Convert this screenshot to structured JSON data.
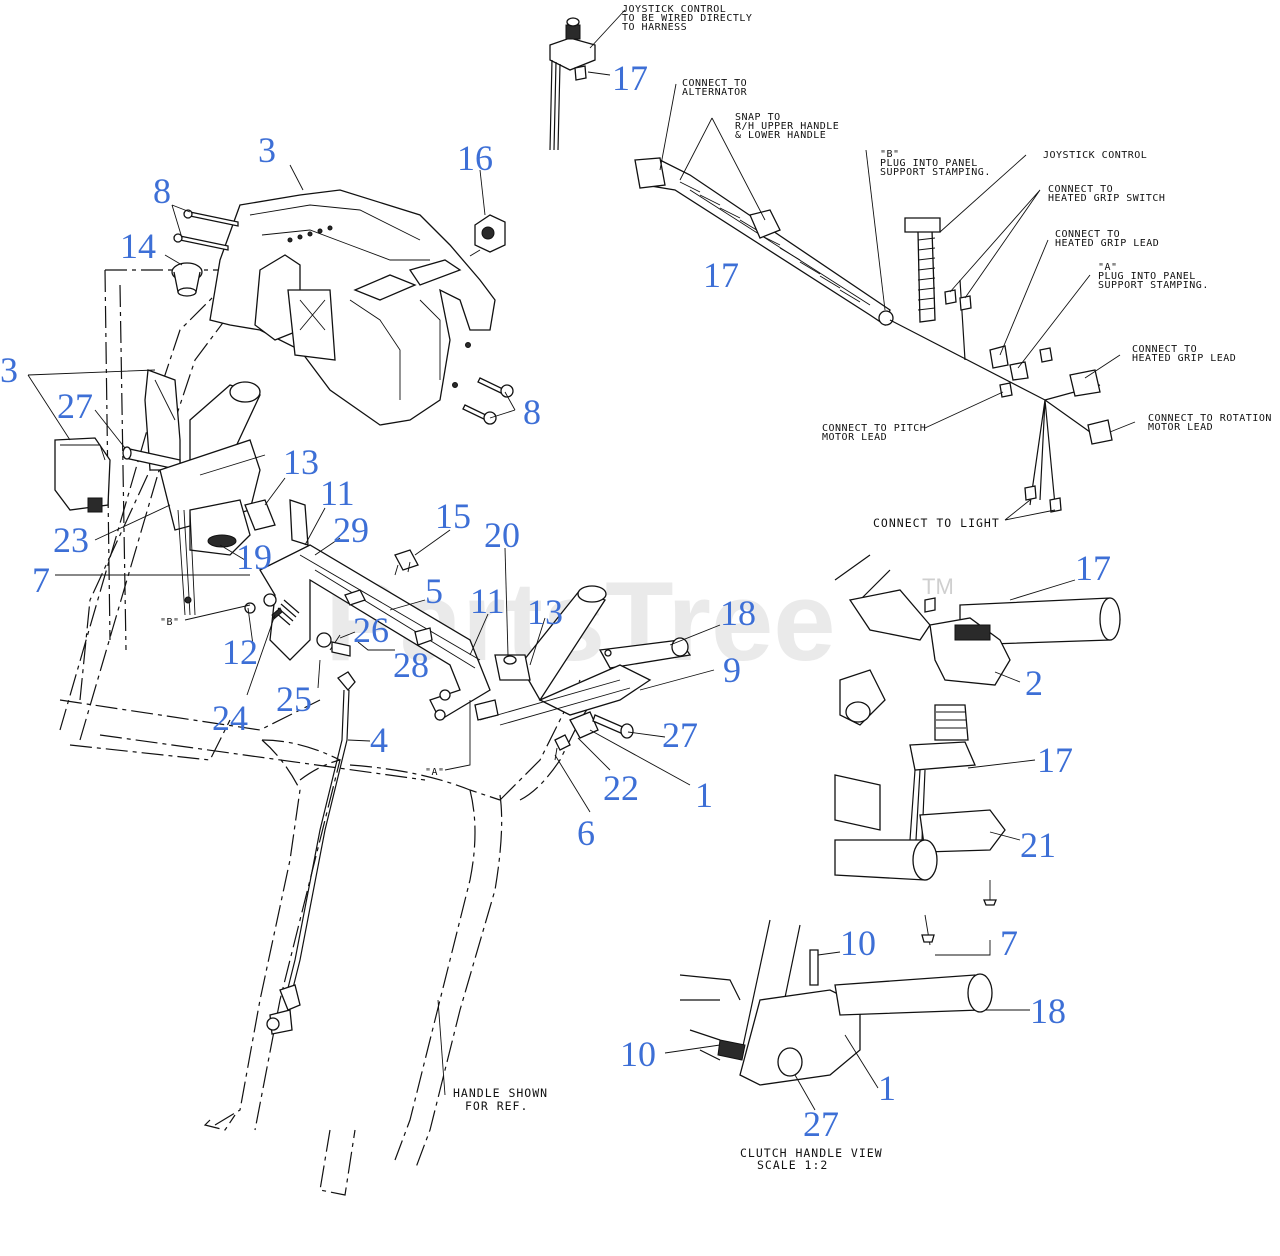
{
  "watermark": {
    "text": "PartsTree",
    "trademark": "TM"
  },
  "callouts": [
    {
      "id": "c-17-top",
      "text": "17"
    },
    {
      "id": "c-3-top",
      "text": "3"
    },
    {
      "id": "c-16",
      "text": "16"
    },
    {
      "id": "c-8-top",
      "text": "8"
    },
    {
      "id": "c-14",
      "text": "14"
    },
    {
      "id": "c-3-left",
      "text": "3"
    },
    {
      "id": "c-27-left",
      "text": "27"
    },
    {
      "id": "c-8-right",
      "text": "8"
    },
    {
      "id": "c-17-harness",
      "text": "17"
    },
    {
      "id": "c-13-top",
      "text": "13"
    },
    {
      "id": "c-11-top",
      "text": "11"
    },
    {
      "id": "c-29",
      "text": "29"
    },
    {
      "id": "c-23",
      "text": "23"
    },
    {
      "id": "c-15",
      "text": "15"
    },
    {
      "id": "c-20",
      "text": "20"
    },
    {
      "id": "c-19",
      "text": "19"
    },
    {
      "id": "c-7-left",
      "text": "7"
    },
    {
      "id": "c-5",
      "text": "5"
    },
    {
      "id": "c-11-mid",
      "text": "11"
    },
    {
      "id": "c-13-mid",
      "text": "13"
    },
    {
      "id": "c-18-mid",
      "text": "18"
    },
    {
      "id": "c-26",
      "text": "26"
    },
    {
      "id": "c-12",
      "text": "12"
    },
    {
      "id": "c-28",
      "text": "28"
    },
    {
      "id": "c-9",
      "text": "9"
    },
    {
      "id": "c-25",
      "text": "25"
    },
    {
      "id": "c-24",
      "text": "24"
    },
    {
      "id": "c-4",
      "text": "4"
    },
    {
      "id": "c-27-mid",
      "text": "27"
    },
    {
      "id": "c-22",
      "text": "22"
    },
    {
      "id": "c-1-mid",
      "text": "1"
    },
    {
      "id": "c-6",
      "text": "6"
    },
    {
      "id": "c-17-right",
      "text": "17"
    },
    {
      "id": "c-2",
      "text": "2"
    },
    {
      "id": "c-17-right2",
      "text": "17"
    },
    {
      "id": "c-21",
      "text": "21"
    },
    {
      "id": "c-10-top",
      "text": "10"
    },
    {
      "id": "c-7-right",
      "text": "7"
    },
    {
      "id": "c-18-bottom",
      "text": "18"
    },
    {
      "id": "c-10-bottom",
      "text": "10"
    },
    {
      "id": "c-1-bottom",
      "text": "1"
    },
    {
      "id": "c-27-bottom",
      "text": "27"
    }
  ],
  "notes": {
    "joystick_control_lines": [
      "JOYSTICK CONTROL",
      "TO BE WIRED DIRECTLY",
      "TO HARNESS"
    ],
    "connect_alternator": [
      "CONNECT TO",
      "ALTERNATOR"
    ],
    "snap_to_handle": [
      "SNAP TO",
      "R/H  UPPER HANDLE",
      "& LOWER HANDLE"
    ],
    "plug_b": [
      "\"B\"",
      "PLUG INTO PANEL",
      "SUPPORT STAMPING."
    ],
    "joystick_control_label": "JOYSTICK CONTROL",
    "heated_grip_switch": [
      "CONNECT TO",
      "HEATED GRIP SWITCH"
    ],
    "heated_grip_lead_1": [
      "CONNECT TO",
      "HEATED GRIP LEAD"
    ],
    "plug_a": [
      "\"A\"",
      "PLUG INTO PANEL",
      "SUPPORT STAMPING."
    ],
    "heated_grip_lead_2": [
      "CONNECT TO",
      "HEATED GRIP LEAD"
    ],
    "rotation_motor_lead": [
      "CONNECT TO ROTATION",
      "MOTOR LEAD"
    ],
    "pitch_motor_lead": [
      "CONNECT TO PITCH",
      "MOTOR LEAD"
    ],
    "connect_light": "CONNECT TO LIGHT",
    "ref_b": "\"B\"",
    "ref_a": "\"A\"",
    "handle_ref": [
      "HANDLE SHOWN",
      "FOR REF."
    ],
    "clutch_view": [
      "CLUTCH HANDLE VIEW",
      "SCALE 1:2"
    ]
  }
}
